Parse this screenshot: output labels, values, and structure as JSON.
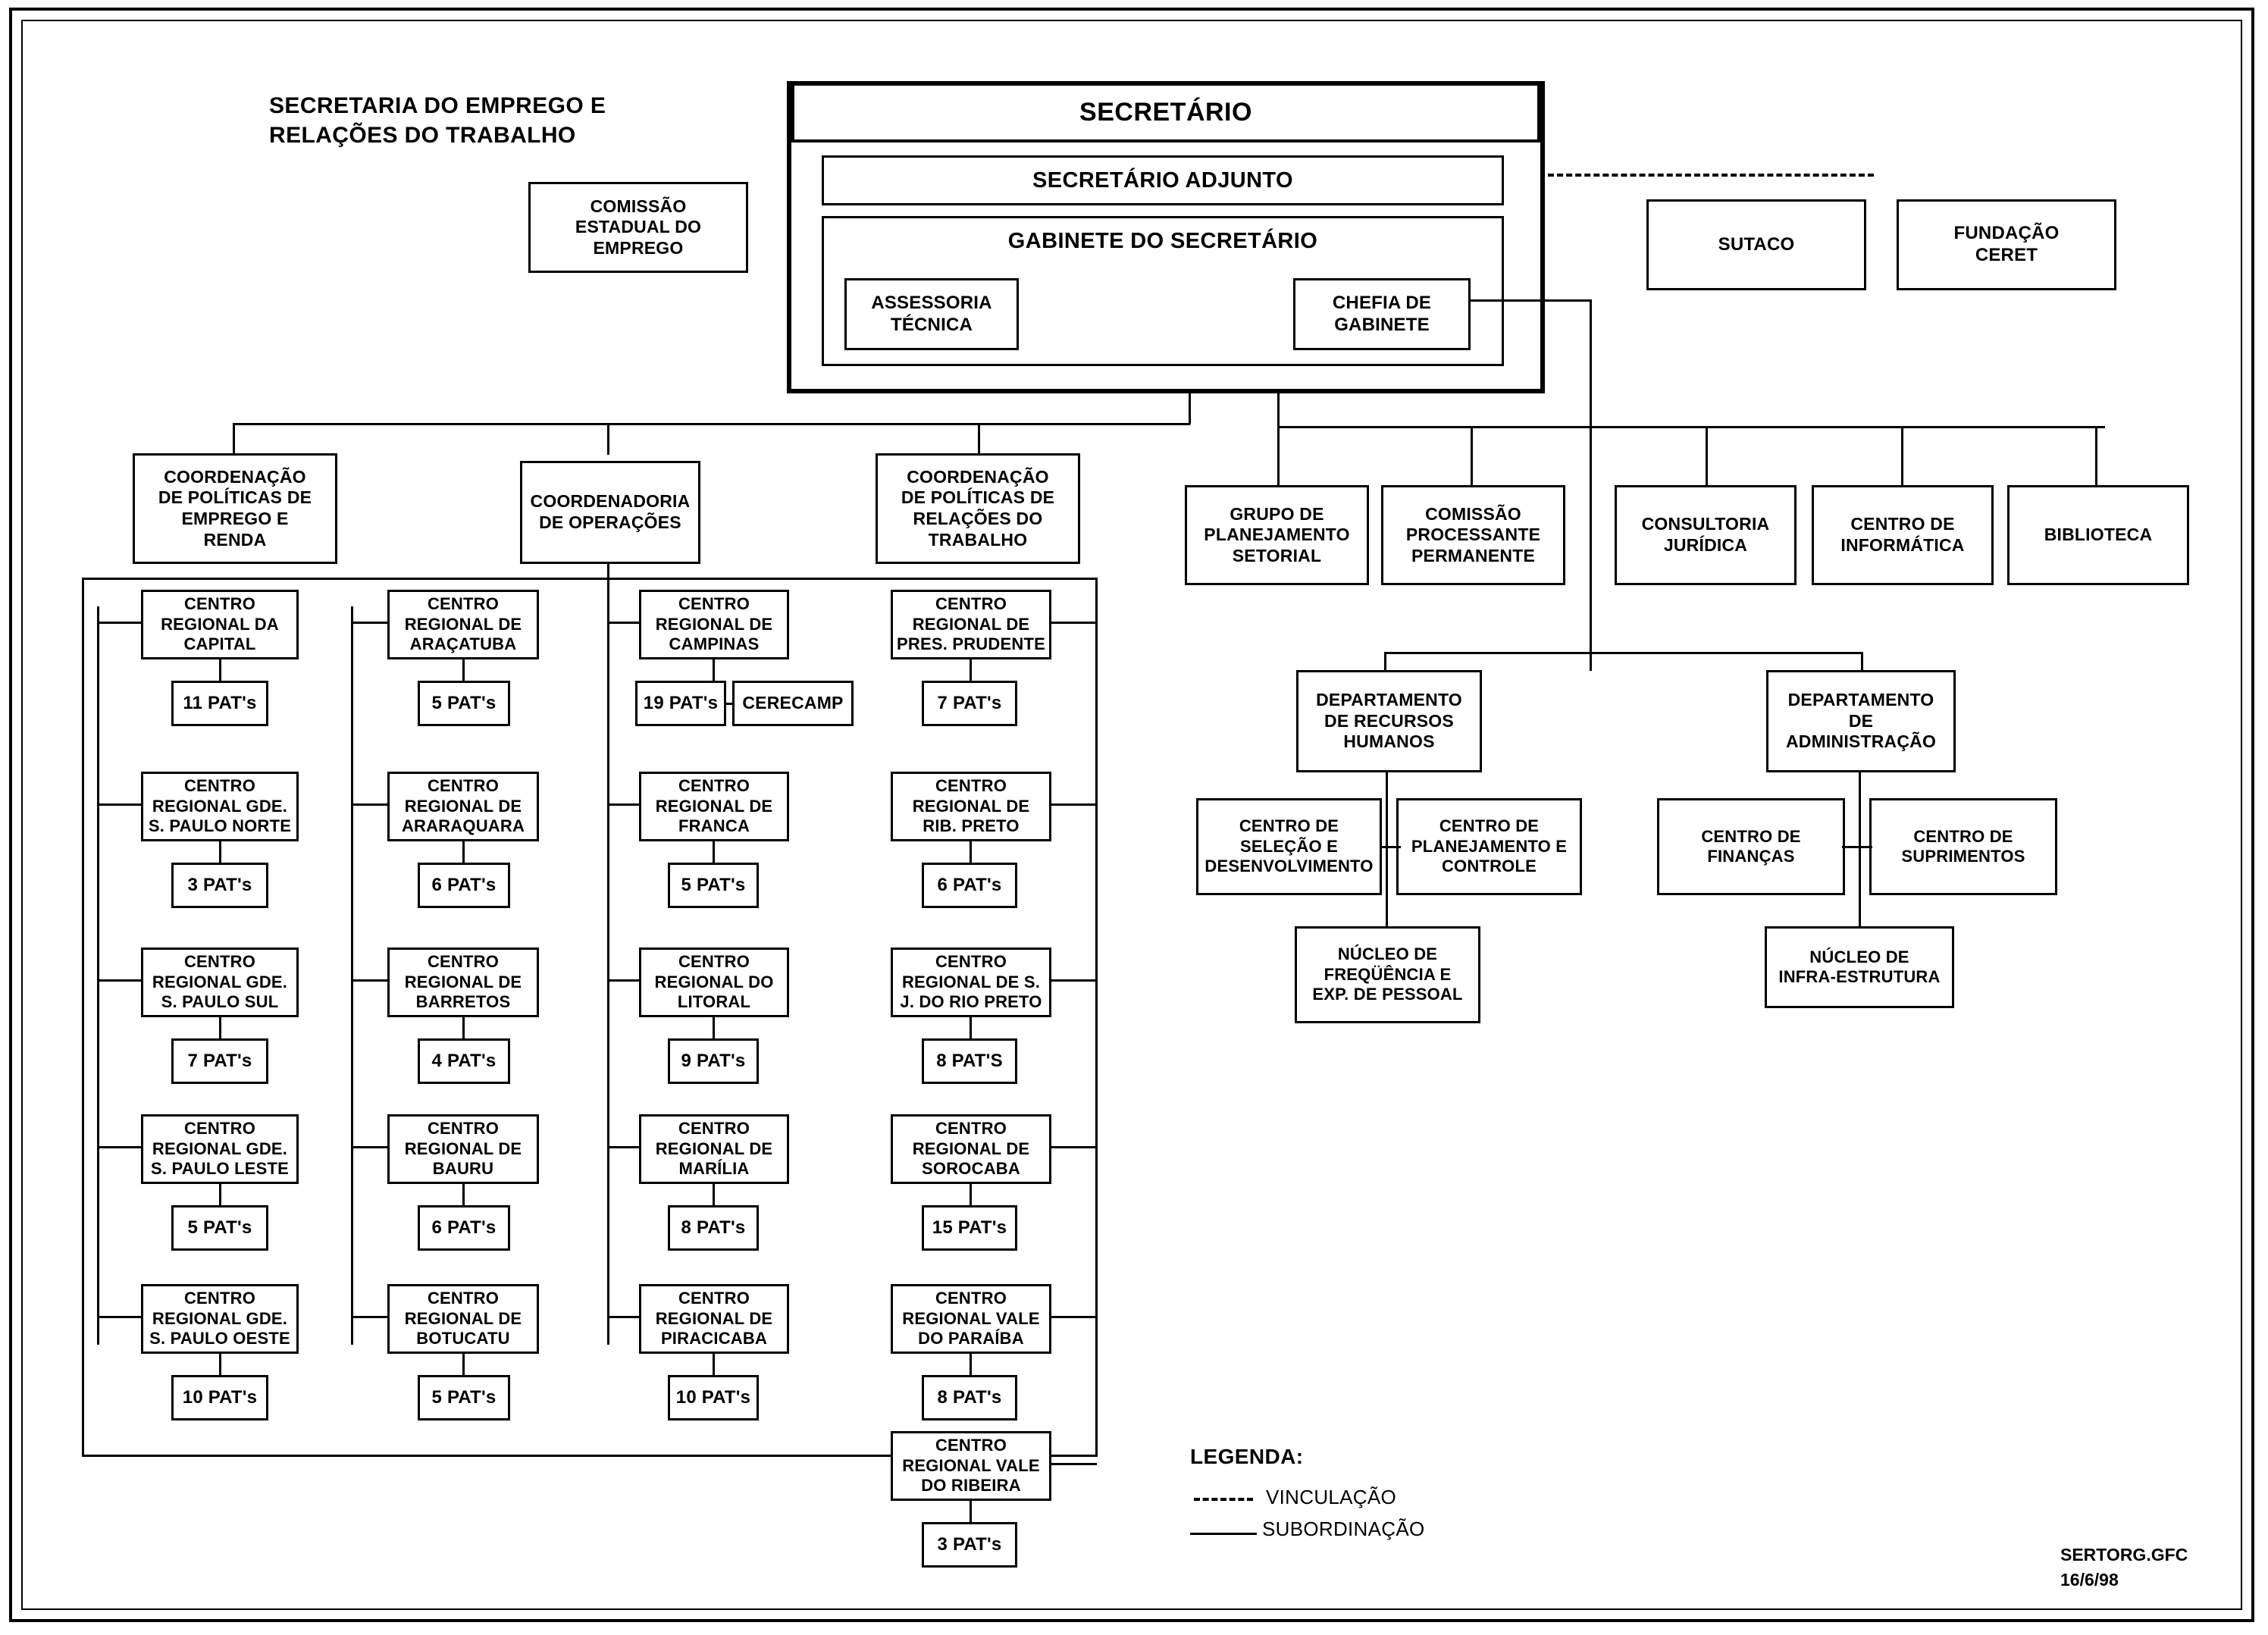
{
  "document": {
    "title_line1": "SECRETARIA DO EMPREGO E",
    "title_line2": "RELAÇÕES DO TRABALHO",
    "footer_file": "SERTORG.GFC",
    "footer_date": "16/6/98"
  },
  "top": {
    "comissao_estadual": "COMISSÃO\nESTADUAL DO\nEMPREGO",
    "secretario": "SECRETÁRIO",
    "secretario_adjunto": "SECRETÁRIO ADJUNTO",
    "gabinete": "GABINETE DO SECRETÁRIO",
    "assessoria_tecnica": "ASSESSORIA\nTÉCNICA",
    "chefia_gabinete": "CHEFIA DE\nGABINETE",
    "sutaco": "SUTACO",
    "fundacao_ceret": "FUNDAÇÃO\nCERET"
  },
  "coordenacoes": [
    {
      "label": "COORDENAÇÃO\nDE POLÍTICAS DE\nEMPREGO E\nRENDA"
    },
    {
      "label": "COORDENADORIA\nDE OPERAÇÕES"
    },
    {
      "label": "COORDENAÇÃO\nDE POLÍTICAS DE\nRELAÇÕES DO\nTRABALHO"
    }
  ],
  "staff_boxes": [
    {
      "label": "GRUPO DE\nPLANEJAMENTO\nSETORIAL"
    },
    {
      "label": "COMISSÃO\nPROCESSANTE\nPERMANENTE"
    },
    {
      "label": "CONSULTORIA\nJURÍDICA"
    },
    {
      "label": "CENTRO DE\nINFORMÁTICA"
    },
    {
      "label": "BIBLIOTECA"
    }
  ],
  "columns": [
    {
      "name": "coluna-capital",
      "centers": [
        {
          "label": "CENTRO\nREGIONAL DA\nCAPITAL",
          "pats": "11 PAT's"
        },
        {
          "label": "CENTRO\nREGIONAL GDE.\nS. PAULO NORTE",
          "pats": "3 PAT's"
        },
        {
          "label": "CENTRO\nREGIONAL GDE.\nS. PAULO SUL",
          "pats": "7 PAT's"
        },
        {
          "label": "CENTRO\nREGIONAL GDE.\nS. PAULO LESTE",
          "pats": "5 PAT's"
        },
        {
          "label": "CENTRO\nREGIONAL GDE.\nS. PAULO OESTE",
          "pats": "10 PAT's"
        }
      ]
    },
    {
      "name": "coluna-aracatuba",
      "centers": [
        {
          "label": "CENTRO\nREGIONAL DE\nARAÇATUBA",
          "pats": "5 PAT's"
        },
        {
          "label": "CENTRO\nREGIONAL DE\nARARAQUARA",
          "pats": "6 PAT's"
        },
        {
          "label": "CENTRO\nREGIONAL DE\nBARRETOS",
          "pats": "4 PAT's"
        },
        {
          "label": "CENTRO\nREGIONAL DE\nBAURU",
          "pats": "6 PAT's"
        },
        {
          "label": "CENTRO\nREGIONAL DE\nBOTUCATU",
          "pats": "5 PAT's"
        }
      ]
    },
    {
      "name": "coluna-campinas",
      "centers": [
        {
          "label": "CENTRO\nREGIONAL DE\nCAMPINAS",
          "pats": "19 PAT's",
          "extra": "CERECAMP"
        },
        {
          "label": "CENTRO\nREGIONAL DE\nFRANCA",
          "pats": "5 PAT's"
        },
        {
          "label": "CENTRO\nREGIONAL DO\nLITORAL",
          "pats": "9 PAT's"
        },
        {
          "label": "CENTRO\nREGIONAL DE\nMARÍLIA",
          "pats": "8 PAT's"
        },
        {
          "label": "CENTRO\nREGIONAL DE\nPIRACICABA",
          "pats": "10 PAT's"
        }
      ]
    },
    {
      "name": "coluna-prudente",
      "centers": [
        {
          "label": "CENTRO\nREGIONAL DE\nPRES. PRUDENTE",
          "pats": "7 PAT's"
        },
        {
          "label": "CENTRO\nREGIONAL DE\nRIB. PRETO",
          "pats": "6 PAT's"
        },
        {
          "label": "CENTRO\nREGIONAL DE S.\nJ. DO RIO PRETO",
          "pats": "8 PAT'S"
        },
        {
          "label": "CENTRO\nREGIONAL DE\nSOROCABA",
          "pats": "15 PAT's"
        },
        {
          "label": "CENTRO\nREGIONAL VALE\nDO PARAÍBA",
          "pats": "8 PAT's"
        },
        {
          "label": "CENTRO\nREGIONAL VALE\nDO RIBEIRA",
          "pats": "3 PAT's"
        }
      ]
    }
  ],
  "departamentos": {
    "rh": {
      "label": "DEPARTAMENTO\nDE RECURSOS\nHUMANOS",
      "left": "CENTRO DE\nSELEÇÃO E\nDESENVOLVIMENTO",
      "right": "CENTRO DE\nPLANEJAMENTO E\nCONTROLE",
      "bottom": "NÚCLEO DE\nFREQÜÊNCIA E\nEXP. DE PESSOAL"
    },
    "adm": {
      "label": "DEPARTAMENTO\nDE\nADMINISTRAÇÃO",
      "left": "CENTRO DE\nFINANÇAS",
      "right": "CENTRO DE\nSUPRIMENTOS",
      "bottom": "NÚCLEO DE\nINFRA-ESTRUTURA"
    }
  },
  "legend": {
    "title": "LEGENDA:",
    "vinculacao": "VINCULAÇÃO",
    "subordinacao": "SUBORDINAÇÃO"
  }
}
